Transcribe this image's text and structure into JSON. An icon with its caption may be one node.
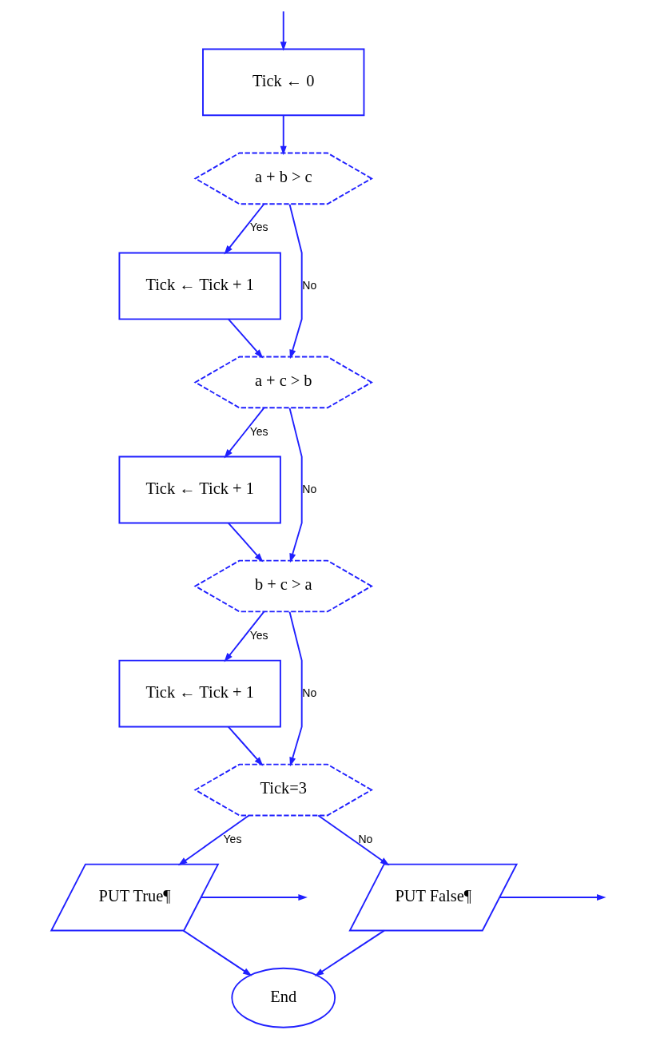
{
  "diagram": {
    "nodes": [
      {
        "text": [
          "Tick ← 0"
        ]
      },
      {
        "text": [
          "a + b > c"
        ]
      },
      {
        "text": [
          "Tick ← Tick + 1"
        ]
      },
      {
        "text": [
          "a + c > b"
        ]
      },
      {
        "text": [
          "Tick ← Tick + 1"
        ]
      },
      {
        "text": [
          "b + c > a"
        ]
      },
      {
        "text": [
          "Tick ← Tick + 1"
        ]
      },
      {
        "text": [
          "Tick=3"
        ]
      },
      {
        "text": [
          "PUT True¶"
        ]
      },
      {
        "text": [
          "PUT False¶"
        ]
      },
      {
        "text": [
          "End"
        ]
      }
    ],
    "edges": [
      {
        "from": null,
        "to": 0,
        "arrow": "to"
      },
      {
        "from": 0,
        "to": 1,
        "arrow": "to"
      },
      {
        "from": 1,
        "to": 2,
        "arrow": "to",
        "label": "Yes"
      },
      {
        "from": 1,
        "to": 3,
        "arrow": "to",
        "label": "No"
      },
      {
        "from": 2,
        "to": 3,
        "arrow": "to"
      },
      {
        "from": 3,
        "to": 4,
        "arrow": "to",
        "label": "Yes"
      },
      {
        "from": 3,
        "to": 5,
        "arrow": "to",
        "label": "No"
      },
      {
        "from": 4,
        "to": 5,
        "arrow": "to"
      },
      {
        "from": 5,
        "to": 6,
        "arrow": "to",
        "label": "Yes"
      },
      {
        "from": 5,
        "to": 7,
        "arrow": "to",
        "label": "No"
      },
      {
        "from": 6,
        "to": 7,
        "arrow": "to"
      },
      {
        "from": 7,
        "to": 8,
        "arrow": "to",
        "label": "Yes"
      },
      {
        "from": 7,
        "to": 9,
        "arrow": "to",
        "label": "No"
      },
      {
        "from": 8,
        "to": null,
        "arrow": "to"
      },
      {
        "from": 9,
        "to": null,
        "arrow": "to"
      },
      {
        "from": 8,
        "to": 10,
        "arrow": "to"
      },
      {
        "from": 9,
        "to": 10,
        "arrow": "to"
      }
    ]
  }
}
